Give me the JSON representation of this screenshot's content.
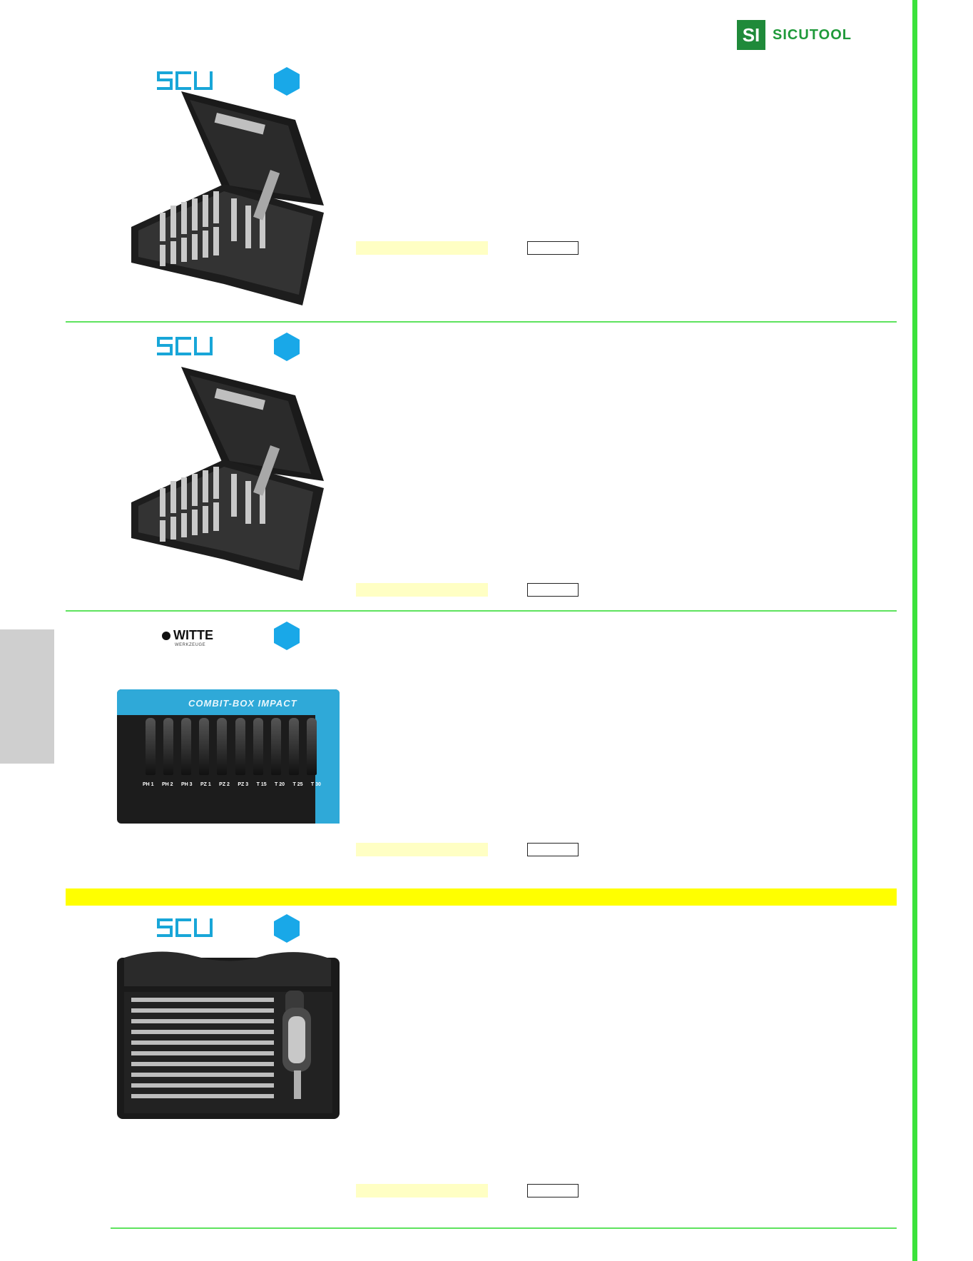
{
  "header": {
    "logo_mark": "SI",
    "logo_text": "SICUTOOL"
  },
  "colors": {
    "accent_green": "#3be23b",
    "hex_blue": "#19a8e8",
    "highlight_yellow": "#ffff00",
    "price_fill": "#ffffc4",
    "scu_blue": "#18a6d8"
  },
  "products": [
    {
      "brand": "SCU",
      "image": "bit-set-case-open"
    },
    {
      "brand": "SCU",
      "image": "bit-set-case-open"
    },
    {
      "brand": "WITTE",
      "brand_sub": "WERKZEUGE",
      "image": "combit-box-impact",
      "box_title": "COMBIT-BOX IMPACT",
      "bit_labels": [
        "PH 1",
        "PH 2",
        "PH 3",
        "PZ 1",
        "PZ 2",
        "PZ 3",
        "T 15",
        "T 20",
        "T 25",
        "T 30"
      ]
    },
    {
      "brand": "SCU",
      "image": "screwdriver-blade-set-case"
    }
  ]
}
